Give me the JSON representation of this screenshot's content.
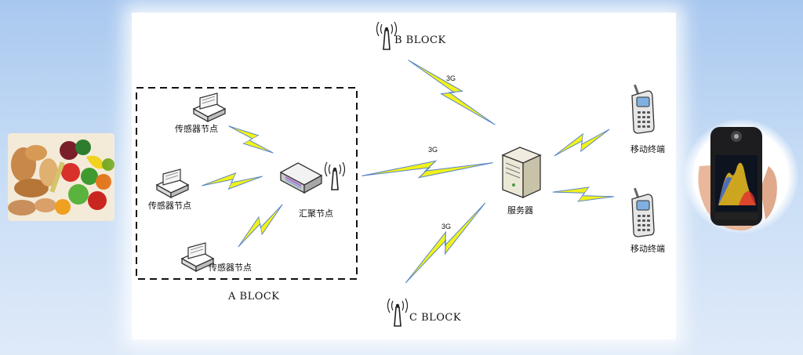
{
  "blocks": {
    "a": "A BLOCK",
    "b": "B BLOCK",
    "c": "C BLOCK"
  },
  "nodes": {
    "sensor_1": "传感器节点",
    "sensor_2": "传感器节点",
    "sensor_3": "传感器节点",
    "sink": "汇聚节点",
    "server": "服务器",
    "mobile_1": "移动终端",
    "mobile_2": "移动终端"
  },
  "links": {
    "b_to_server": "3G",
    "sink_to_server": "3G",
    "c_to_server": "3G"
  },
  "colors": {
    "lightning": "#f2f21a",
    "lightning_edge": "#5a86c8",
    "background": "#b9d3f2"
  },
  "icons": [
    "sensor-node-icon",
    "antenna-icon",
    "router-icon",
    "server-icon",
    "mobile-phone-icon",
    "food-photo",
    "handheld-device-photo"
  ]
}
